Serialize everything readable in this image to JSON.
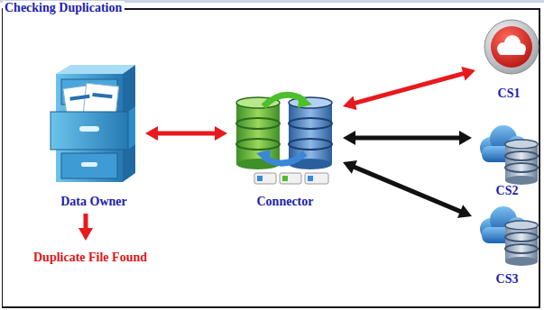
{
  "diagram": {
    "title": "Checking Duplication",
    "nodes": [
      {
        "text": [
          "Data Owner"
        ]
      },
      {
        "text": [
          "Connector"
        ]
      },
      {
        "text": [
          "CS1"
        ]
      },
      {
        "text": [
          "CS2"
        ]
      },
      {
        "text": [
          "CS3"
        ]
      },
      {
        "text": [
          "Duplicate File Found"
        ]
      }
    ],
    "edges": [
      {
        "from": 0,
        "to": 1,
        "arrow": "both"
      },
      {
        "from": 1,
        "to": 2,
        "arrow": "both"
      },
      {
        "from": 1,
        "to": 3,
        "arrow": "both"
      },
      {
        "from": 1,
        "to": 4,
        "arrow": "both"
      },
      {
        "from": 0,
        "to": 5,
        "arrow": "to"
      }
    ]
  }
}
